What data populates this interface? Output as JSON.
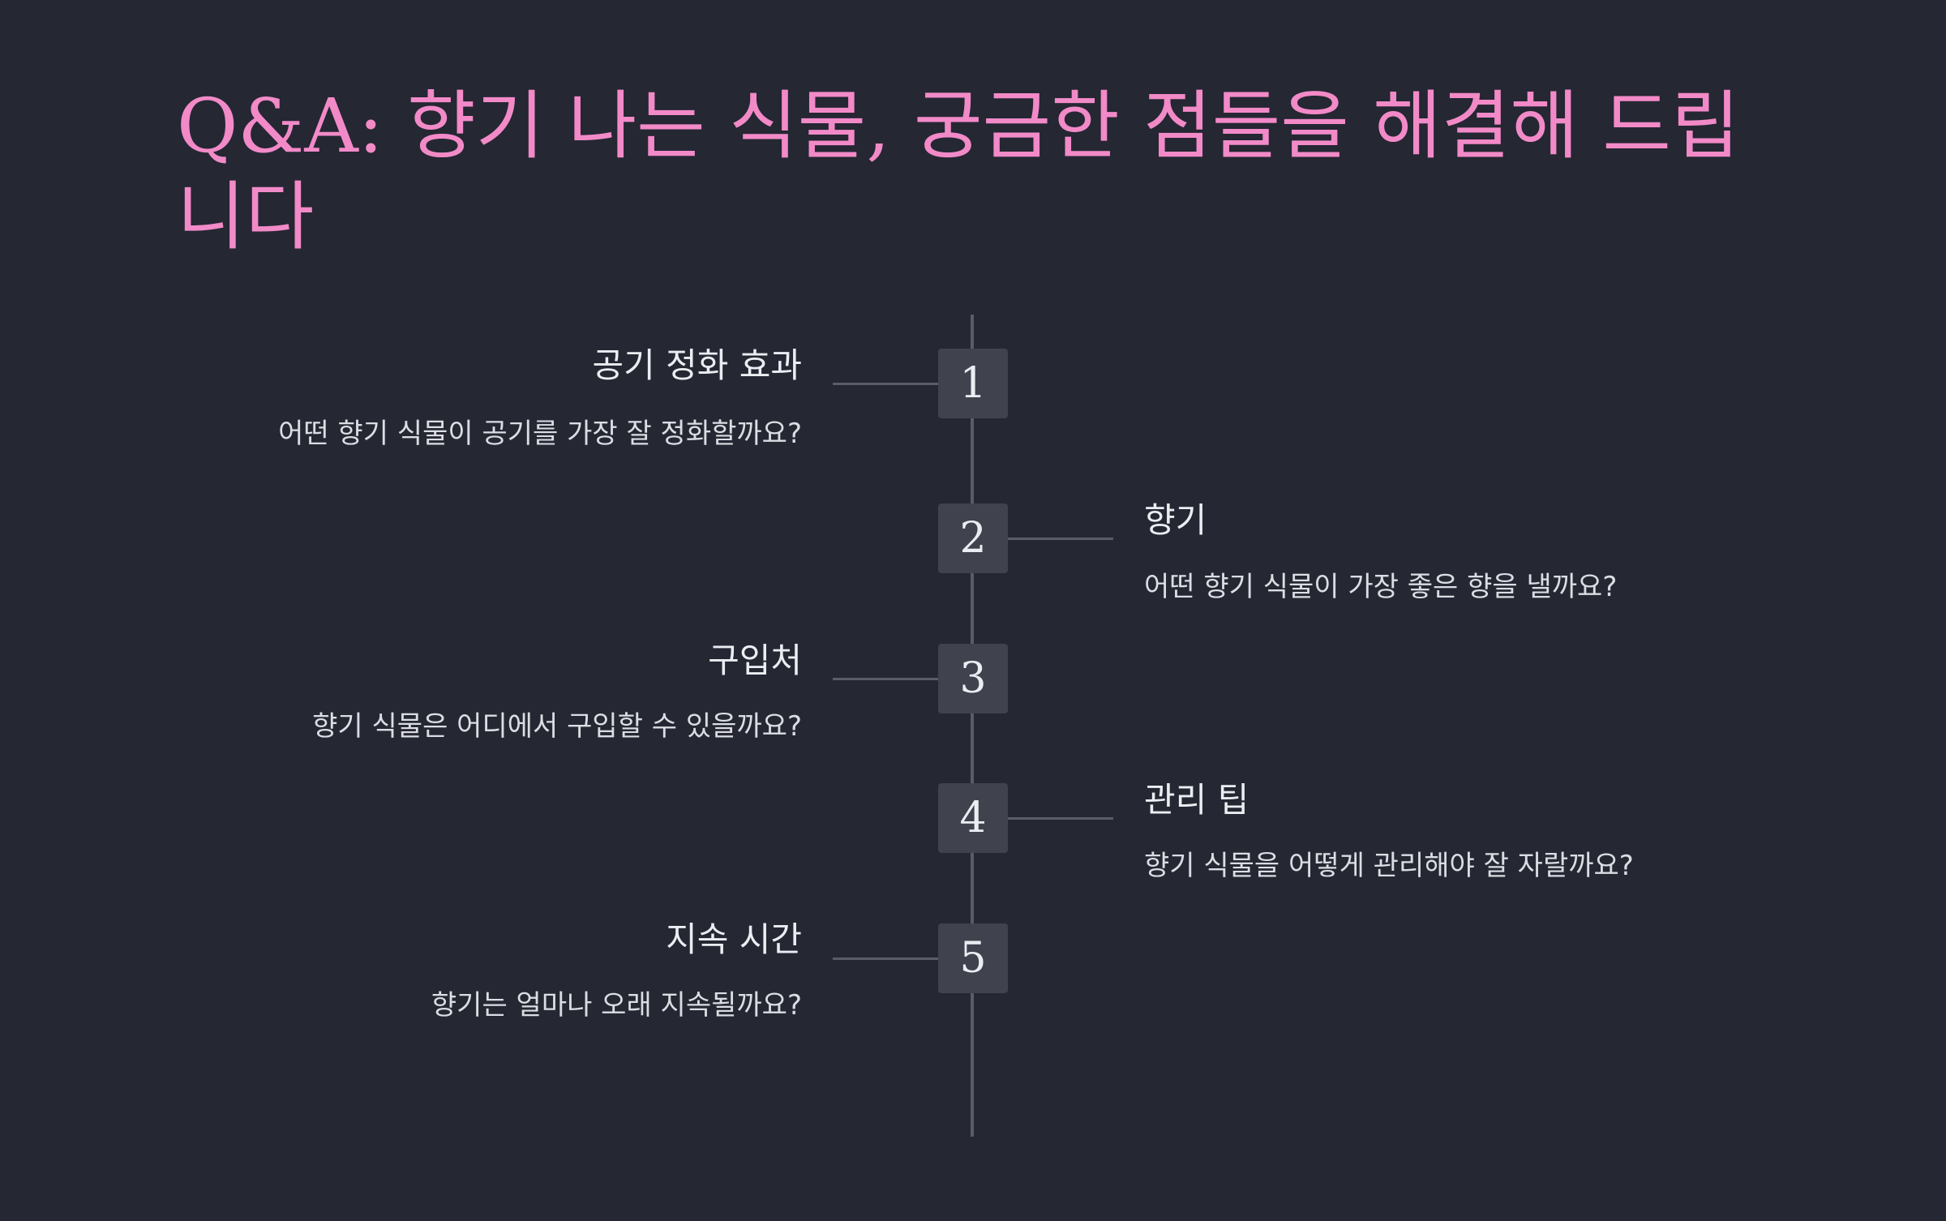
{
  "title": "Q&A: 향기 나는 식물, 궁금한 점들을 해결해 드립니다",
  "colors": {
    "background": "#252733",
    "title": "#f28ac8",
    "marker_bg": "#40424e",
    "line": "#5a5c66",
    "text": "#ecedf2"
  },
  "items": [
    {
      "number": "1",
      "side": "left",
      "title": "공기 정화 효과",
      "question": "어떤 향기 식물이 공기를 가장 잘 정화할까요?"
    },
    {
      "number": "2",
      "side": "right",
      "title": "향기",
      "question": "어떤 향기 식물이 가장 좋은 향을 낼까요?"
    },
    {
      "number": "3",
      "side": "left",
      "title": "구입처",
      "question": "향기 식물은 어디에서 구입할 수 있을까요?"
    },
    {
      "number": "4",
      "side": "right",
      "title": "관리 팁",
      "question": "향기 식물을 어떻게 관리해야 잘 자랄까요?"
    },
    {
      "number": "5",
      "side": "left",
      "title": "지속 시간",
      "question": "향기는 얼마나 오래 지속될까요?"
    }
  ]
}
